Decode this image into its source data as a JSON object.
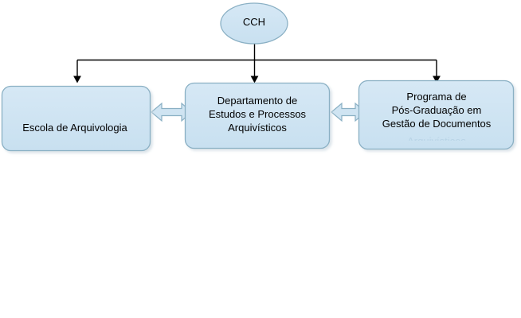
{
  "diagram": {
    "type": "organizational-chart",
    "title": "",
    "background_color": "#ffffff",
    "node_fill_color": "#cfe4f2",
    "node_border_color": "#8ab0c4",
    "connector_color": "#000000",
    "text_color": "#000000",
    "root": {
      "id": "cch",
      "label": "CCH",
      "shape": "ellipse"
    },
    "children": [
      {
        "id": "escola-arquivologia",
        "label": "Escola de Arquivologia",
        "shape": "rounded-rectangle"
      },
      {
        "id": "departamento-estudos-processos",
        "label": "Departamento de\nEstudos e Processos\nArquivísticos",
        "shape": "rounded-rectangle"
      },
      {
        "id": "programa-pos-graduacao",
        "label": "Programa de\nPós-Graduação em\nGestão de Documentos",
        "clipped_label": "Arquivísticos",
        "shape": "rounded-rectangle"
      }
    ],
    "lateral_connectors": [
      {
        "id": "escola-departamento",
        "from": "escola-arquivologia",
        "to": "departamento-estudos-processos",
        "style": "double-headed-arrow"
      },
      {
        "id": "departamento-programa",
        "from": "departamento-estudos-processos",
        "to": "programa-pos-graduacao",
        "style": "double-headed-arrow"
      }
    ],
    "hierarchy_connectors": [
      {
        "from": "cch",
        "to": "escola-arquivologia",
        "style": "elbow-arrow"
      },
      {
        "from": "cch",
        "to": "departamento-estudos-processos",
        "style": "straight-arrow"
      },
      {
        "from": "cch",
        "to": "programa-pos-graduacao",
        "style": "elbow-arrow"
      }
    ]
  }
}
